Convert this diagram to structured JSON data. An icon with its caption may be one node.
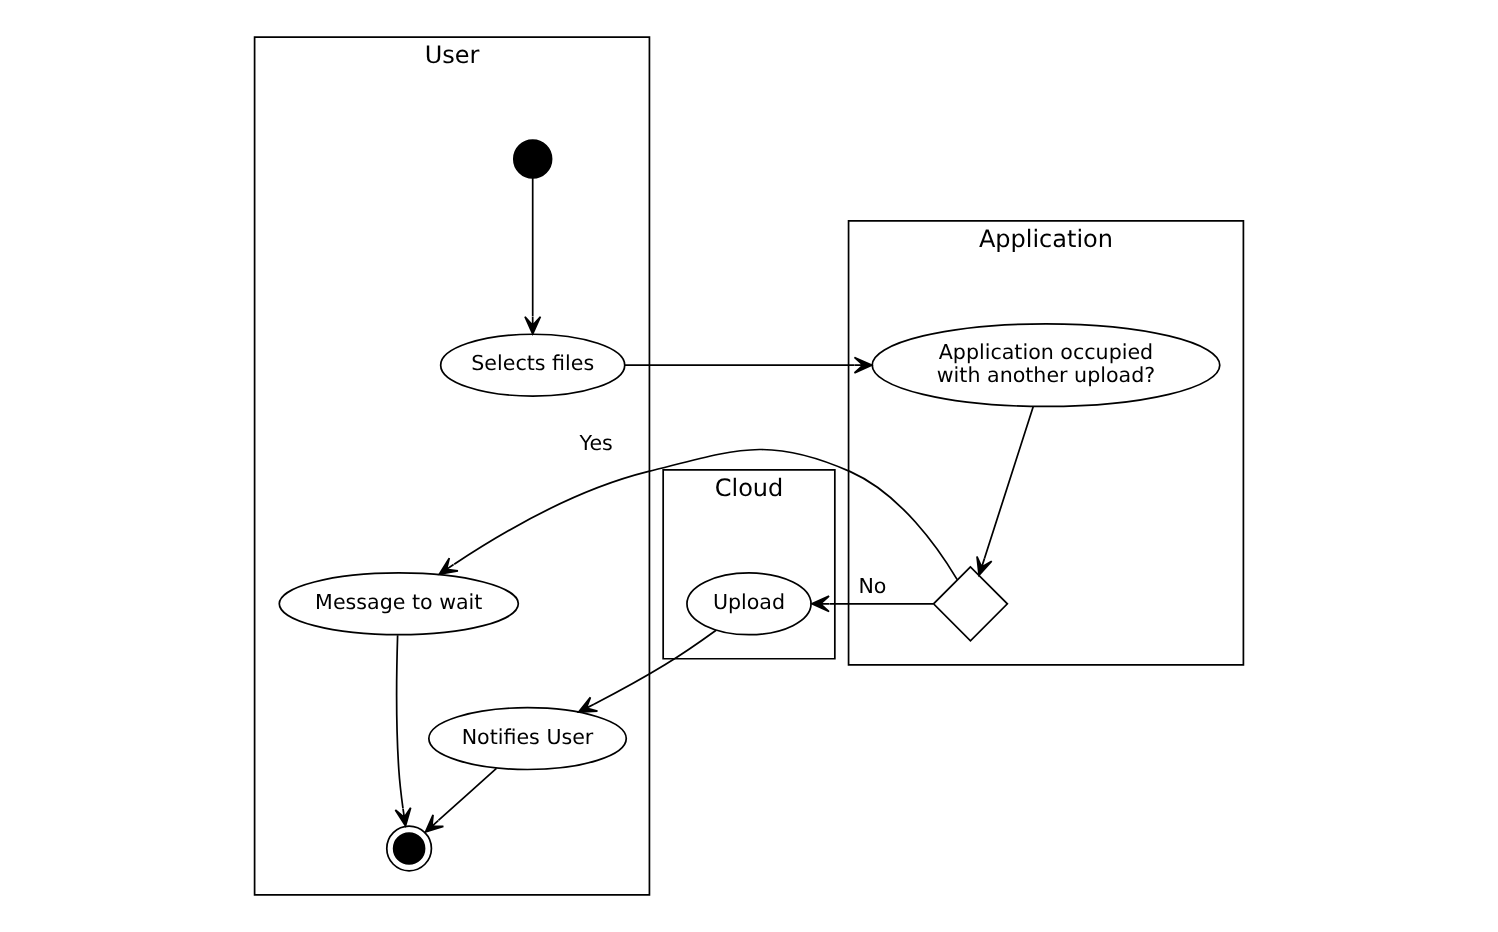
{
  "diagram": {
    "nodes": [
      {
        "text": [
          "User"
        ]
      },
      {
        "text": [
          "Application"
        ]
      },
      {
        "text": [
          "Cloud"
        ]
      },
      {
        "text": [],
        "shape": "circle",
        "in": 0
      },
      {
        "text": [
          "Selects files"
        ],
        "in": 0
      },
      {
        "text": [
          "Application occupied with another upload?"
        ],
        "in": 1
      },
      {
        "text": [],
        "shape": "diamond",
        "in": 1
      },
      {
        "text": [
          "Message to wait"
        ],
        "in": 0
      },
      {
        "text": [
          "Upload"
        ],
        "in": 2
      },
      {
        "text": [
          "Notifies User"
        ],
        "in": 0
      },
      {
        "text": [],
        "shape": "bullseye",
        "in": 0
      }
    ],
    "edges": [
      {
        "from": 3,
        "to": 4,
        "arrow": "to"
      },
      {
        "from": 4,
        "to": 5,
        "arrow": "to"
      },
      {
        "from": 5,
        "to": 6,
        "arrow": "to"
      },
      {
        "from": 6,
        "to": 7,
        "arrow": "to",
        "label": "Yes"
      },
      {
        "from": 6,
        "to": 8,
        "arrow": "to",
        "label": "No"
      },
      {
        "from": 8,
        "to": 9,
        "arrow": "to"
      },
      {
        "from": 9,
        "to": 10,
        "arrow": "to"
      },
      {
        "from": 7,
        "to": 10,
        "arrow": "to"
      }
    ]
  }
}
